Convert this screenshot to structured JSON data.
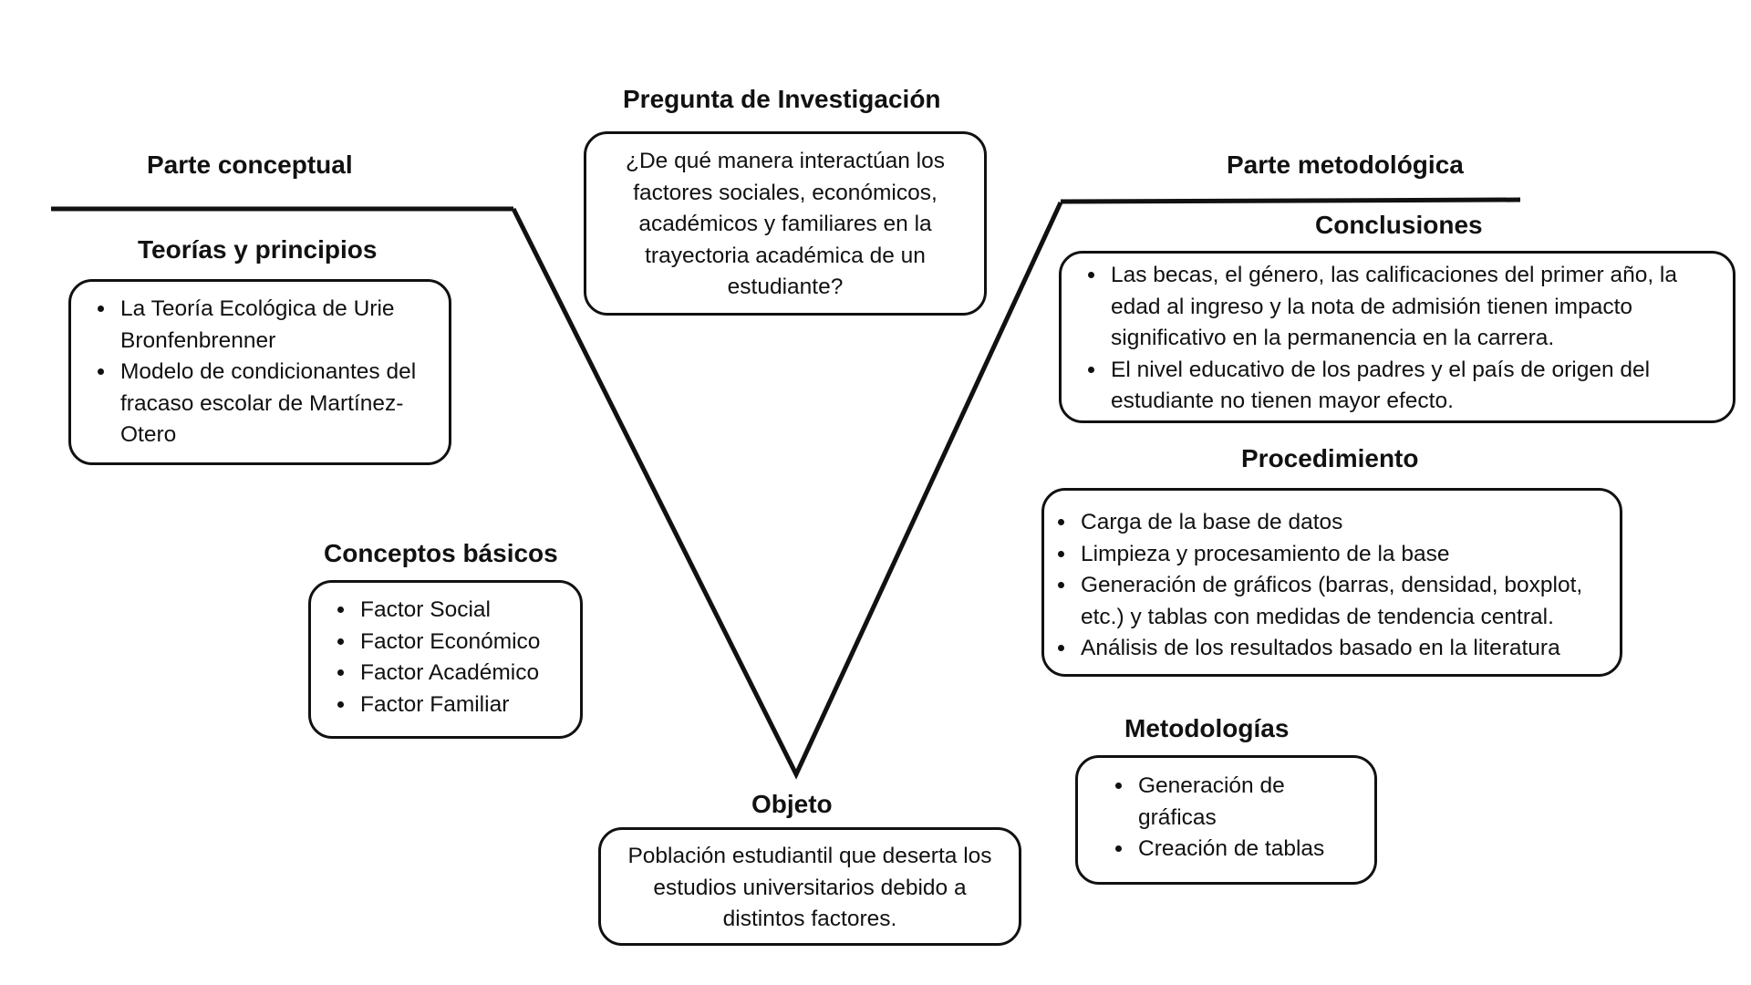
{
  "colors": {
    "line": "#111111",
    "text": "#111111",
    "background": "#ffffff"
  },
  "sections": {
    "conceptual_heading": "Parte conceptual",
    "methodological_heading": "Parte metodológica"
  },
  "question": {
    "title": "Pregunta de Investigación",
    "text": "¿De qué manera interactúan los factores sociales, económicos, académicos y familiares en la trayectoria académica de un estudiante?"
  },
  "theories": {
    "title": "Teorías y principios",
    "items": [
      "La Teoría Ecológica de Urie Bronfenbrenner",
      "Modelo de condicionantes del fracaso escolar de Martínez-Otero"
    ]
  },
  "concepts": {
    "title": "Conceptos básicos",
    "items": [
      "Factor Social",
      "Factor Económico",
      "Factor Académico",
      "Factor Familiar"
    ]
  },
  "object": {
    "title": "Objeto",
    "text": "Población estudiantil que deserta los estudios universitarios debido a distintos factores."
  },
  "conclusions": {
    "title": "Conclusiones",
    "items": [
      "Las becas, el género, las calificaciones del primer año, la edad al ingreso y la nota de admisión tienen impacto significativo en la permanencia en la carrera.",
      "El nivel educativo de los padres y el país de origen del estudiante no tienen mayor efecto."
    ]
  },
  "procedure": {
    "title": "Procedimiento",
    "items": [
      "Carga de la base de datos",
      "Limpieza y procesamiento de la base",
      "Generación de gráficos (barras, densidad, boxplot, etc.) y tablas con medidas de tendencia central.",
      "Análisis de los resultados basado en la literatura"
    ]
  },
  "methodologies": {
    "title": "Metodologías",
    "items": [
      "Generación de gráficas",
      "Creación de tablas"
    ]
  }
}
